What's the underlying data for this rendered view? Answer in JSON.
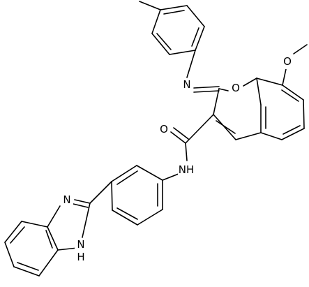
{
  "atoms": {
    "O_ring": "O",
    "O_methoxy": "O",
    "O_carbonyl": "O",
    "N_imine": "N",
    "NH_amide": "NH",
    "N_imidazole": "N",
    "NH_imidazole": "NH",
    "H_imidazole": "H"
  },
  "colors": {
    "bond": "#000000",
    "background": "#ffffff"
  }
}
